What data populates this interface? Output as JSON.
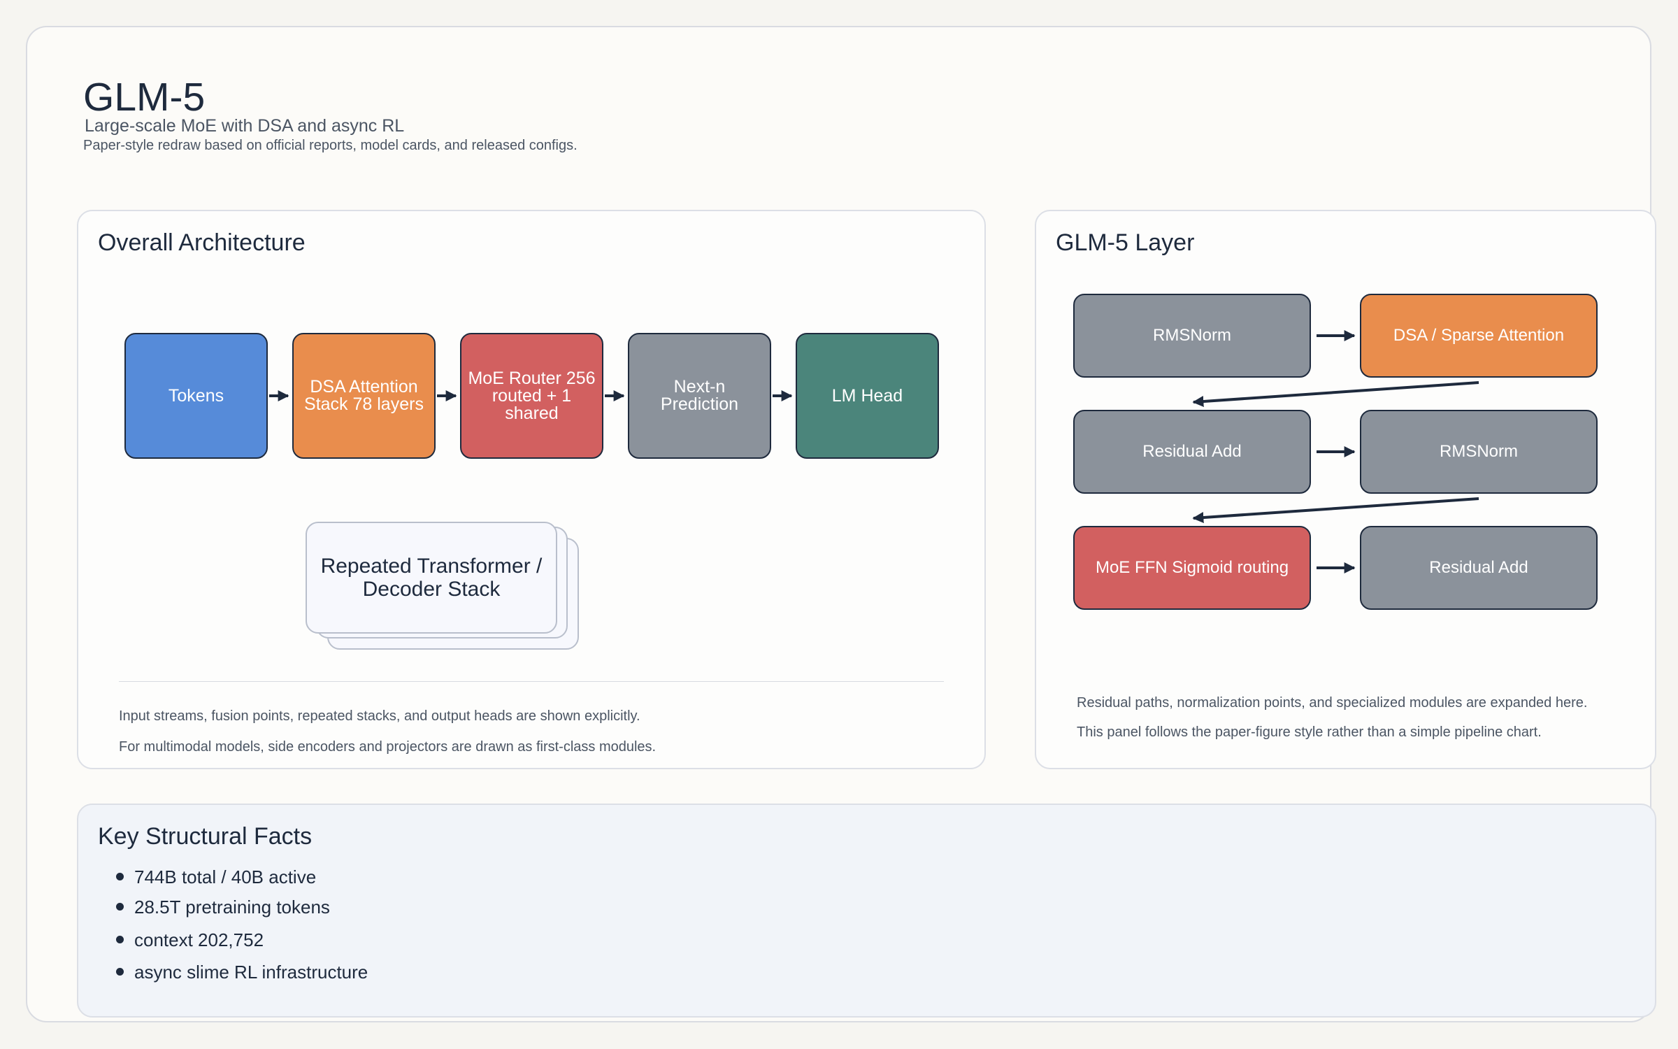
{
  "header": {
    "title": "GLM-5",
    "subtitle": "Large-scale MoE with DSA and async RL",
    "caption": "Paper-style redraw based on official reports, model cards, and released configs."
  },
  "architecture": {
    "title": "Overall Architecture",
    "blocks": [
      {
        "label": "Tokens",
        "color": "#568bd9"
      },
      {
        "label": "DSA Attention Stack 78 layers",
        "color": "#e98d4d"
      },
      {
        "label": "MoE Router 256 routed + 1 shared",
        "color": "#d26060"
      },
      {
        "label": "Next-n Prediction",
        "color": "#8b929b"
      },
      {
        "label": "LM Head",
        "color": "#4b857b"
      }
    ],
    "stack_label": "Repeated Transformer / Decoder Stack",
    "notes": [
      "Input streams, fusion points, repeated stacks, and output heads are shown explicitly.",
      "For multimodal models, side encoders and projectors are drawn as first-class modules."
    ]
  },
  "layer": {
    "title": "GLM-5 Layer",
    "blocks": [
      {
        "label": "RMSNorm",
        "color": "#8b929b"
      },
      {
        "label": "DSA / Sparse Attention",
        "color": "#e98d4d"
      },
      {
        "label": "Residual Add",
        "color": "#8b929b"
      },
      {
        "label": "RMSNorm",
        "color": "#8b929b"
      },
      {
        "label": "MoE FFN Sigmoid routing",
        "color": "#d26060"
      },
      {
        "label": "Residual Add",
        "color": "#8b929b"
      }
    ],
    "notes": [
      "Residual paths, normalization points, and specialized modules are expanded here.",
      "This panel follows the paper-figure style rather than a simple pipeline chart."
    ]
  },
  "facts": {
    "title": "Key Structural Facts",
    "items": [
      "744B total / 40B active",
      "28.5T pretraining tokens",
      "context 202,752",
      "async slime RL infrastructure"
    ]
  },
  "colors": {
    "ink": "#1e2a3d",
    "blue": "#568bd9",
    "orange": "#e98d4d",
    "red": "#d26060",
    "gray": "#8b929b",
    "teal": "#4b857b"
  }
}
